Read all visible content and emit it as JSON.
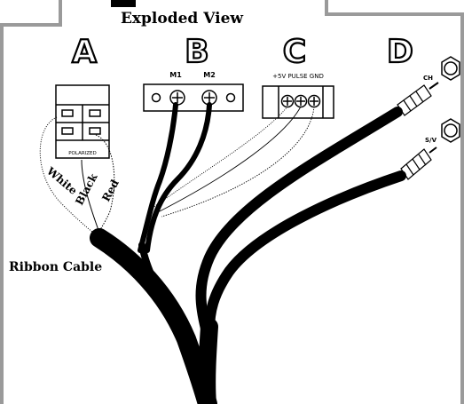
{
  "title": "Exploded View",
  "connectors": {
    "a": {
      "letter": "A",
      "label": "POLARIZED",
      "wires": [
        "White",
        "Black",
        "Red"
      ]
    },
    "b": {
      "letter": "B",
      "pins": [
        "M1",
        "M2"
      ]
    },
    "c": {
      "letter": "C",
      "pins_label": "+5V PULSE GND"
    },
    "d": {
      "letter": "D",
      "ports": [
        "CH",
        "S/V"
      ]
    }
  },
  "cable_label": "Ribbon Cable",
  "colors": {
    "ink": "#000000",
    "paper": "#ffffff",
    "frame": "#9a9a9a"
  }
}
